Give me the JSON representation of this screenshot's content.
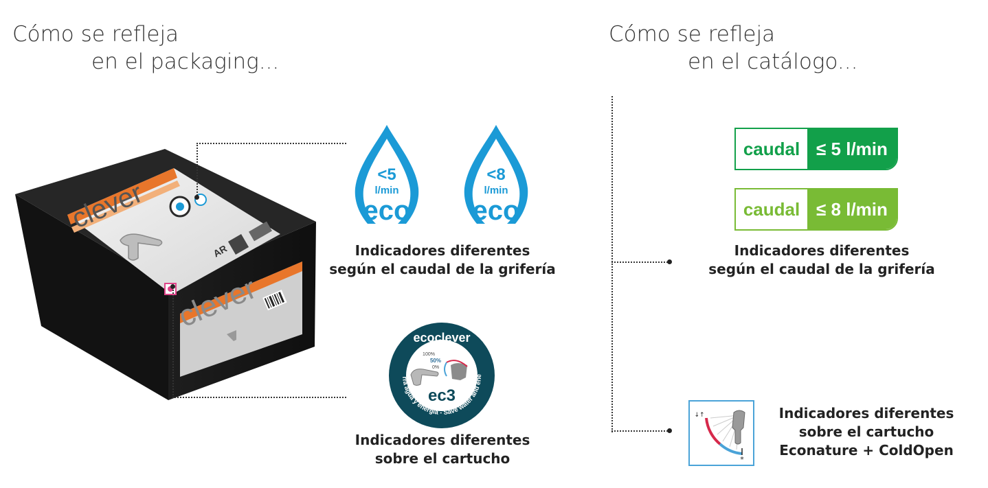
{
  "packaging": {
    "heading_line1": "Cómo se refleja",
    "heading_line2": "en el packaging...",
    "box": {
      "brand_top": "clever",
      "brand_side": "clever",
      "label_ar": "AR"
    },
    "drops": [
      {
        "value": "<5",
        "unit": "l/min",
        "tag": "eco",
        "color": "#1b9ad6"
      },
      {
        "value": "<8",
        "unit": "l/min",
        "tag": "eco",
        "color": "#1b9ad6"
      }
    ],
    "caption_flow_line1": "Indicadores diferentes",
    "caption_flow_line2": "según el caudal de la grifería",
    "badge": {
      "title": "ecoclever",
      "pct_100": "100%",
      "pct_50": "50%",
      "pct_0": "0%",
      "code": "ec3",
      "ring_text": "Ahorra agua y energía - Save water and energy",
      "color": "#0e4a5a"
    },
    "caption_cartridge_line1": "Indicadores diferentes",
    "caption_cartridge_line2": "sobre el cartucho"
  },
  "catalog": {
    "heading_line1": "Cómo se refleja",
    "heading_line2": "en el catálogo...",
    "caudal_labels": [
      {
        "label": "caudal",
        "value": "≤ 5 l/min",
        "color": "#12a04a"
      },
      {
        "label": "caudal",
        "value": "≤ 8 l/min",
        "color": "#79bb35"
      }
    ],
    "caption_flow_line1": "Indicadores diferentes",
    "caption_flow_line2": "según el caudal de la grifería",
    "cartridge_icon": {
      "symbol_arrows": "↓↑",
      "symbol_star": "*"
    },
    "caption_cartridge_line1": "Indicadores diferentes",
    "caption_cartridge_line2": "sobre el cartucho",
    "caption_cartridge_line3": "Econature + ColdOpen"
  }
}
